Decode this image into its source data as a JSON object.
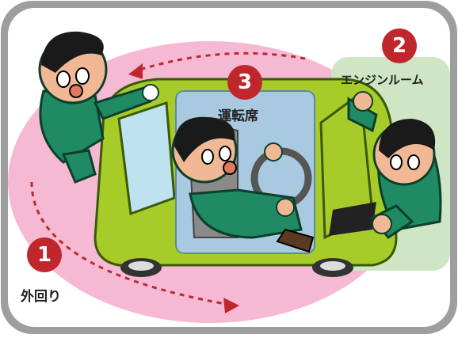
{
  "areas": [
    {
      "number": "1",
      "label": "外回り"
    },
    {
      "number": "2",
      "label": "エンジンルーム"
    },
    {
      "number": "3",
      "label": "運転席"
    }
  ],
  "colors": {
    "frame_bg": "#9e9e9e",
    "outer_zone": "#f6b9d3",
    "engine_zone": "#cfe6c4",
    "cabin_zone": "#a8c9e0",
    "car_body": "#a7cc2a",
    "badge": "#c0272d",
    "uniform": "#1f8a63"
  }
}
